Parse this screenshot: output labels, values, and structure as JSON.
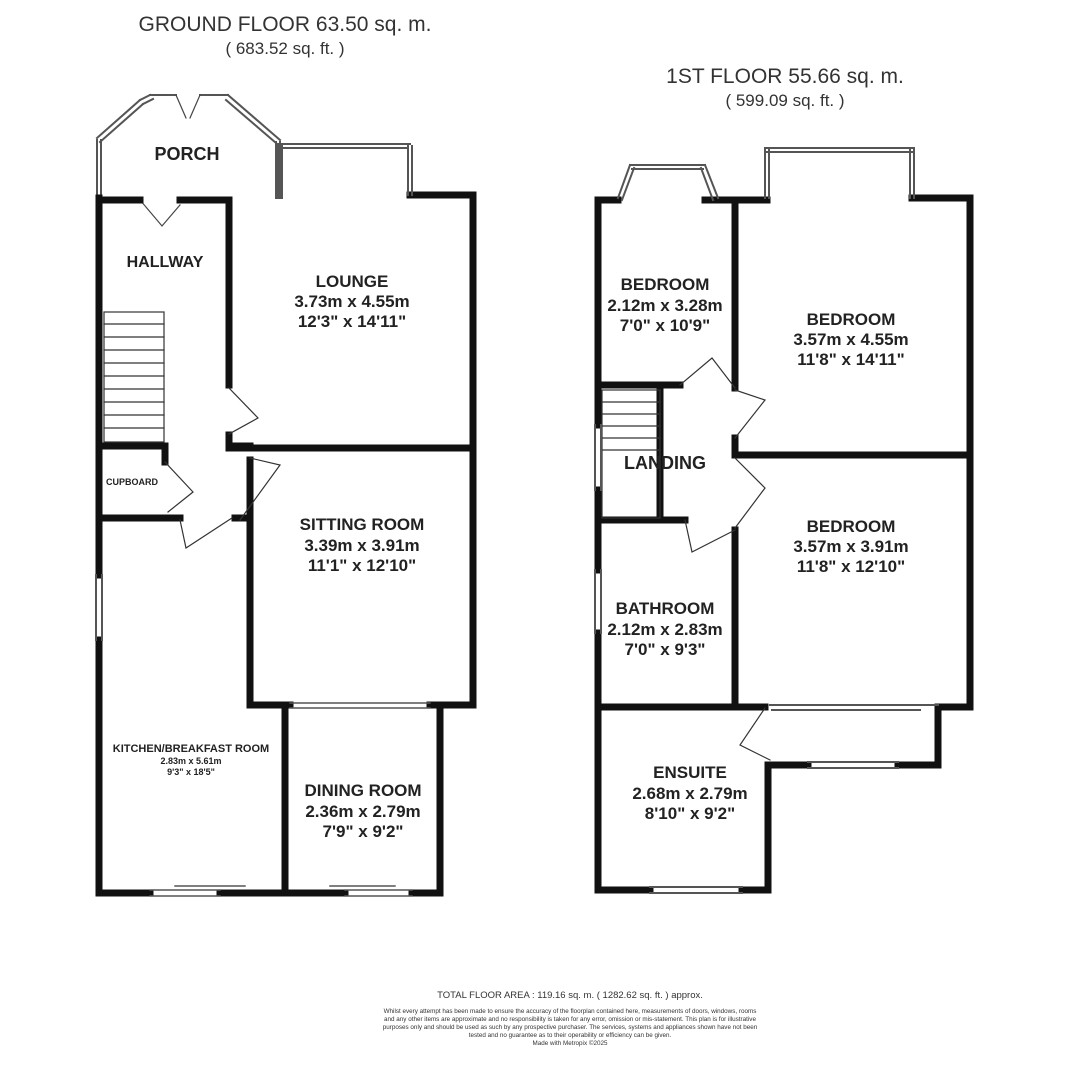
{
  "ground_floor": {
    "title": "GROUND FLOOR 63.50 sq. m.",
    "subtitle": "( 683.52 sq. ft. )",
    "rooms": {
      "porch": {
        "name": "PORCH"
      },
      "hallway": {
        "name": "HALLWAY"
      },
      "lounge": {
        "name": "LOUNGE",
        "metric": "3.73m x 4.55m",
        "imperial": "12'3\" x 14'11\""
      },
      "cupboard": {
        "name": "CUPBOARD"
      },
      "sitting_room": {
        "name": "SITTING ROOM",
        "metric": "3.39m x 3.91m",
        "imperial": "11'1\" x 12'10\""
      },
      "kitchen": {
        "name": "KITCHEN/BREAKFAST ROOM",
        "metric": "2.83m x 5.61m",
        "imperial": "9'3\" x 18'5\""
      },
      "dining_room": {
        "name": "DINING ROOM",
        "metric": "2.36m x 2.79m",
        "imperial": "7'9\" x 9'2\""
      }
    }
  },
  "first_floor": {
    "title": "1ST FLOOR 55.66 sq. m.",
    "subtitle": "( 599.09 sq. ft. )",
    "rooms": {
      "bedroom_small": {
        "name": "BEDROOM",
        "metric": "2.12m x 3.28m",
        "imperial": "7'0\" x 10'9\""
      },
      "bedroom_front": {
        "name": "BEDROOM",
        "metric": "3.57m x 4.55m",
        "imperial": "11'8\" x 14'11\""
      },
      "landing": {
        "name": "LANDING"
      },
      "bedroom_rear": {
        "name": "BEDROOM",
        "metric": "3.57m x 3.91m",
        "imperial": "11'8\" x 12'10\""
      },
      "bathroom": {
        "name": "BATHROOM",
        "metric": "2.12m x 2.83m",
        "imperial": "7'0\" x 9'3\""
      },
      "ensuite": {
        "name": "ENSUITE",
        "metric": "2.68m x 2.79m",
        "imperial": "8'10\" x 9'2\""
      }
    }
  },
  "footer": {
    "total_area": "TOTAL FLOOR AREA : 119.16 sq. m. ( 1282.62 sq. ft. ) approx.",
    "disclaimer": "Whilst every attempt has been made to ensure the accuracy of the floorplan contained here, measurements of doors, windows, rooms and any other items are approximate and no responsibility is taken for any error, omission or mis-statement. This plan is for illustrative purposes only and should be used as such by any prospective purchaser. The services, systems and appliances shown have not been tested and no guarantee as to their operability or efficiency can be given.",
    "credit": "Made with Metropix ©2025"
  },
  "colors": {
    "wall": "#111111",
    "window": "#555555",
    "background": "#ffffff"
  }
}
